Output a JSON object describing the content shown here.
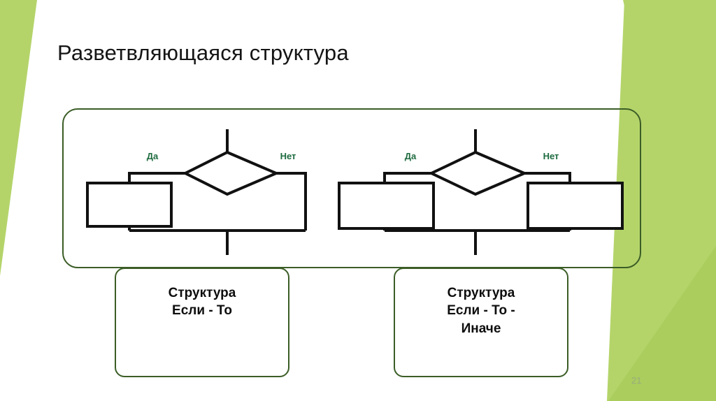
{
  "slide": {
    "title": "Разветвляющаяся структура",
    "page_number": "21",
    "background_color": "#ffffff"
  },
  "colors": {
    "accent_green_light": "#b4d46a",
    "accent_green_mid": "#a9cc5b",
    "frame_border": "#3b5d26",
    "flow_stroke": "#111111",
    "label_green": "#1d6b3f",
    "title_text": "#151515",
    "caption_text": "#0d0d0d",
    "page_number_text": "#9aab7c"
  },
  "main_frame": {
    "name": "rounded outline container"
  },
  "diagrams": [
    {
      "id": "if-then",
      "type": "flowchart",
      "decision_labels": {
        "yes": "Да",
        "no": "Нет"
      },
      "process_blocks": 1,
      "caption": "Структура\nЕсли - То"
    },
    {
      "id": "if-then-else",
      "type": "flowchart",
      "decision_labels": {
        "yes": "Да",
        "no": "Нет"
      },
      "process_blocks": 2,
      "caption": "Структура\nЕсли - То -\nИначе"
    }
  ],
  "captions": {
    "left": "Структура\nЕсли - То",
    "right": "Структура\nЕсли - То -\nИначе"
  },
  "flow_labels": {
    "left_yes": "Да",
    "left_no": "Нет",
    "right_yes": "Да",
    "right_no": "Нет"
  }
}
